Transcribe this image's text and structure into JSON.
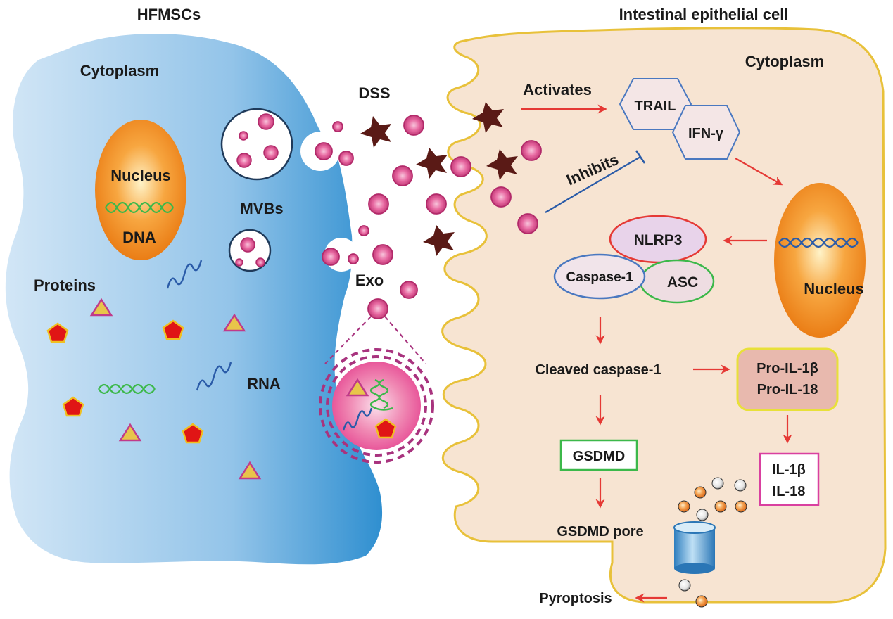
{
  "titles": {
    "left_cell": "HFMSCs",
    "right_cell": "Intestinal epithelial cell"
  },
  "left_cell": {
    "cytoplasm": "Cytoplasm",
    "nucleus": "Nucleus",
    "dna": "DNA",
    "mvbs": "MVBs",
    "proteins": "Proteins",
    "rna": "RNA"
  },
  "middle": {
    "dss": "DSS",
    "exo": "Exo"
  },
  "right_cell": {
    "cytoplasm": "Cytoplasm",
    "activates": "Activates",
    "inhibits": "Inhibits",
    "trail": "TRAIL",
    "ifn": "IFN-γ",
    "nucleus": "Nucleus",
    "nlrp3": "NLRP3",
    "caspase1": "Caspase-1",
    "asc": "ASC",
    "cleaved_caspase": "Cleaved caspase-1",
    "pro_il1b": "Pro-IL-1β",
    "pro_il18": "Pro-IL-18",
    "gsdmd": "GSDMD",
    "gsdmd_pore": "GSDMD pore",
    "il1b": "IL-1β",
    "il18": "IL-18",
    "pyroptosis": "Pyroptosis"
  },
  "colors": {
    "left_cell_fill": "#5aa9dd",
    "right_cell_fill": "#f7e4d2",
    "right_cell_stroke": "#e8c13a",
    "red_arrow": "#e53935",
    "blue_line": "#2a5ba8",
    "nucleus_orange": "#f08a1c",
    "vesicle_pink": "#e0508f",
    "dss_star": "#5a1a16"
  }
}
